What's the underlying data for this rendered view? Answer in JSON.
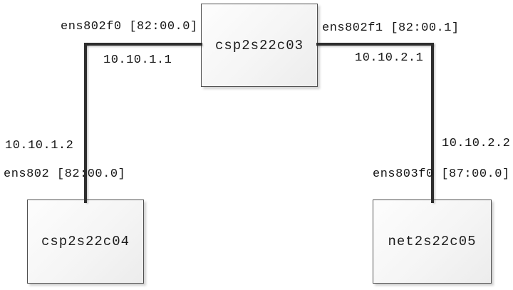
{
  "diagram": {
    "title": "network-topology",
    "nodes": [
      {
        "id": "top-center",
        "label": "csp2s22c03"
      },
      {
        "id": "bottom-left",
        "label": "csp2s22c04"
      },
      {
        "id": "bottom-right",
        "label": "net2s22c05"
      }
    ],
    "links": [
      {
        "id": "left-link",
        "top": {
          "node": "csp2s22c03",
          "interface": "ens802f0 [82:00.0]",
          "ip": "10.10.1.1"
        },
        "bottom": {
          "node": "csp2s22c04",
          "interface": "ens802 [82:00.0]",
          "ip": "10.10.1.2"
        }
      },
      {
        "id": "right-link",
        "top": {
          "node": "csp2s22c03",
          "interface": "ens802f1 [82:00.1]",
          "ip": "10.10.2.1"
        },
        "bottom": {
          "node": "net2s22c05",
          "interface": "ens803f0 [87:00.0]",
          "ip": "10.10.2.2"
        }
      }
    ],
    "colors": {
      "background": "#ffffff",
      "line": "#2e2e2e",
      "node_border": "#4f4f4f",
      "node_fill_light": "#fdfdfd",
      "node_fill_dark": "#ececec",
      "text": "#161616"
    }
  }
}
